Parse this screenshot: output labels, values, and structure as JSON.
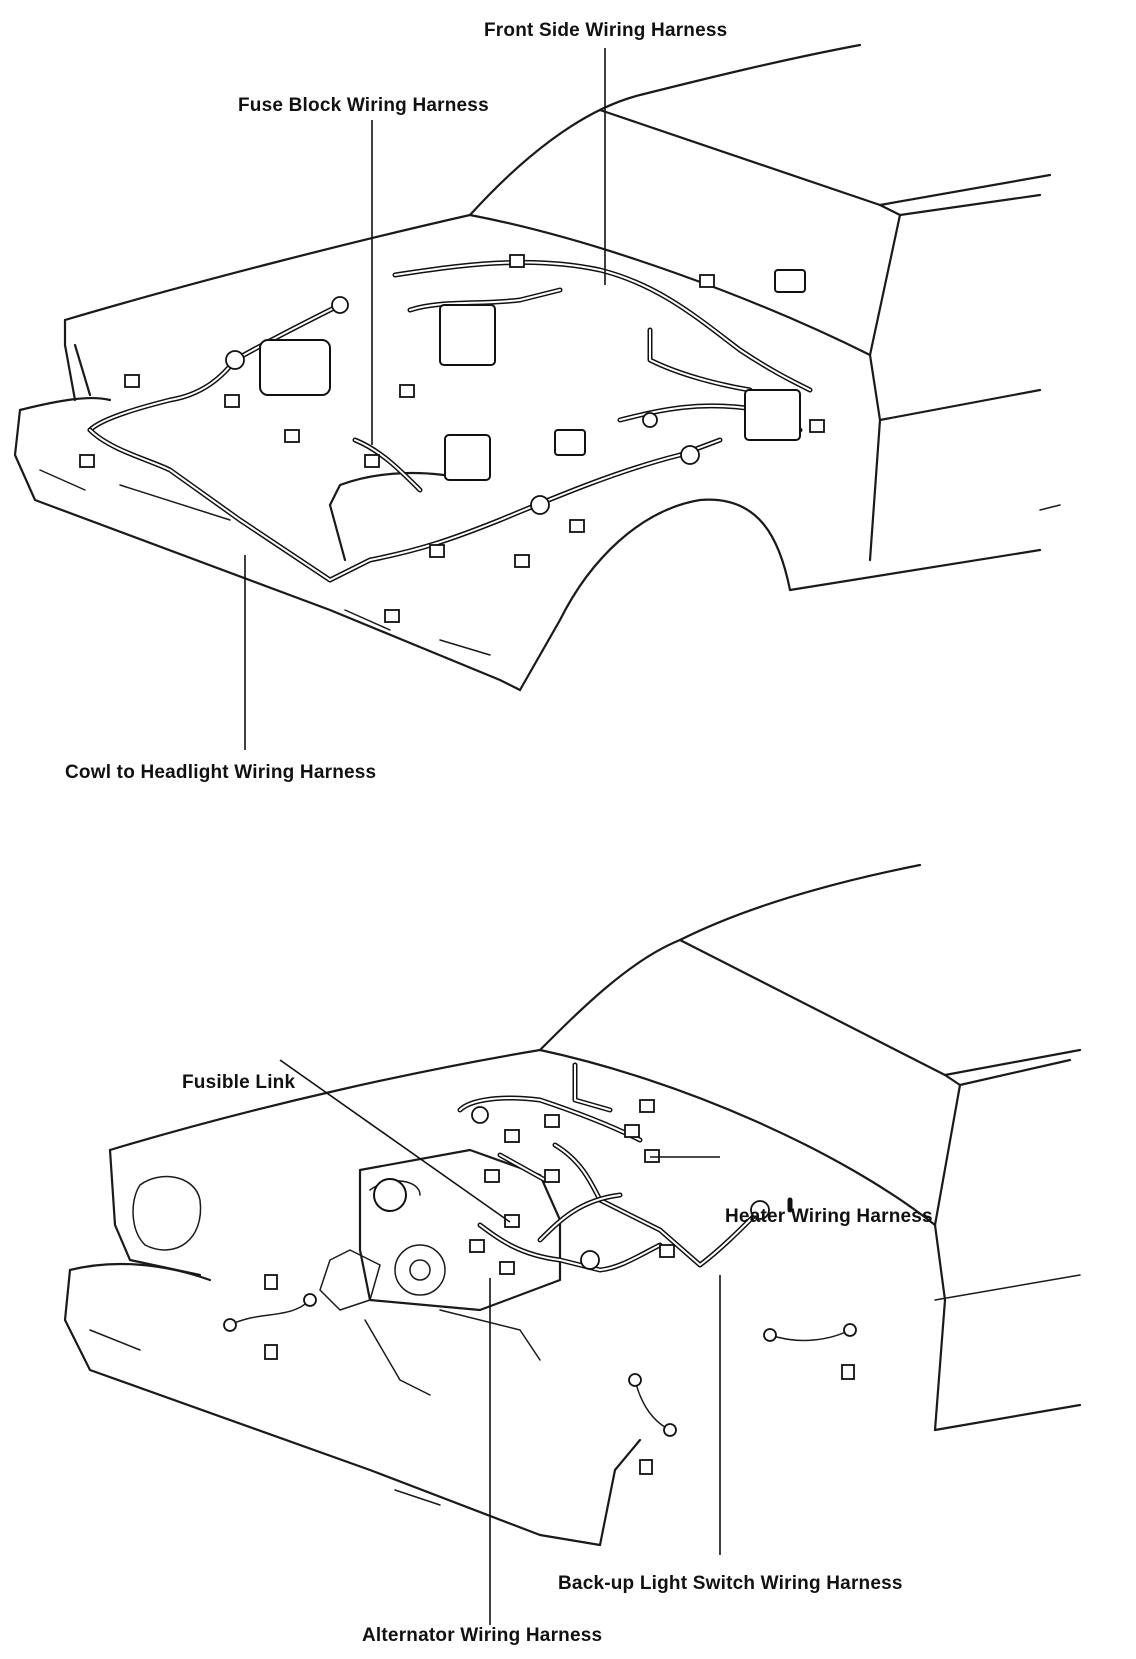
{
  "diagrams": [
    {
      "labels": {
        "front_side": "Front Side Wiring Harness",
        "fuse_block": "Fuse Block Wiring Harness",
        "cowl_headlight": "Cowl to Headlight Wiring Harness"
      }
    },
    {
      "labels": {
        "fusible_link": "Fusible Link",
        "heater": "Heater Wiring Harness",
        "backup_light": "Back-up Light Switch Wiring Harness",
        "alternator": "Alternator Wiring Harness"
      }
    }
  ]
}
